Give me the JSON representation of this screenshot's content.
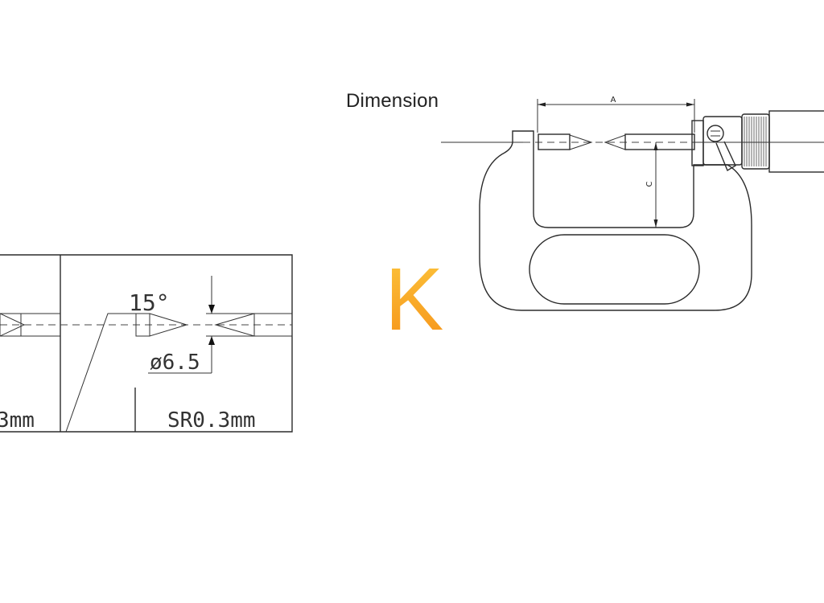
{
  "heading": "Dimension",
  "logo_letter": "K",
  "colors": {
    "logo_top": "#fcc23a",
    "logo_bottom": "#f6951a",
    "line": "#2b2b2b"
  },
  "micrometer": {
    "dim_a_label": "A",
    "dim_c_label": "C"
  },
  "detail_table": {
    "cell_left_text": "3mm",
    "cell_right_text": "SR0.3mm",
    "angle_label": "15°",
    "diameter_label": "ø6.5"
  }
}
